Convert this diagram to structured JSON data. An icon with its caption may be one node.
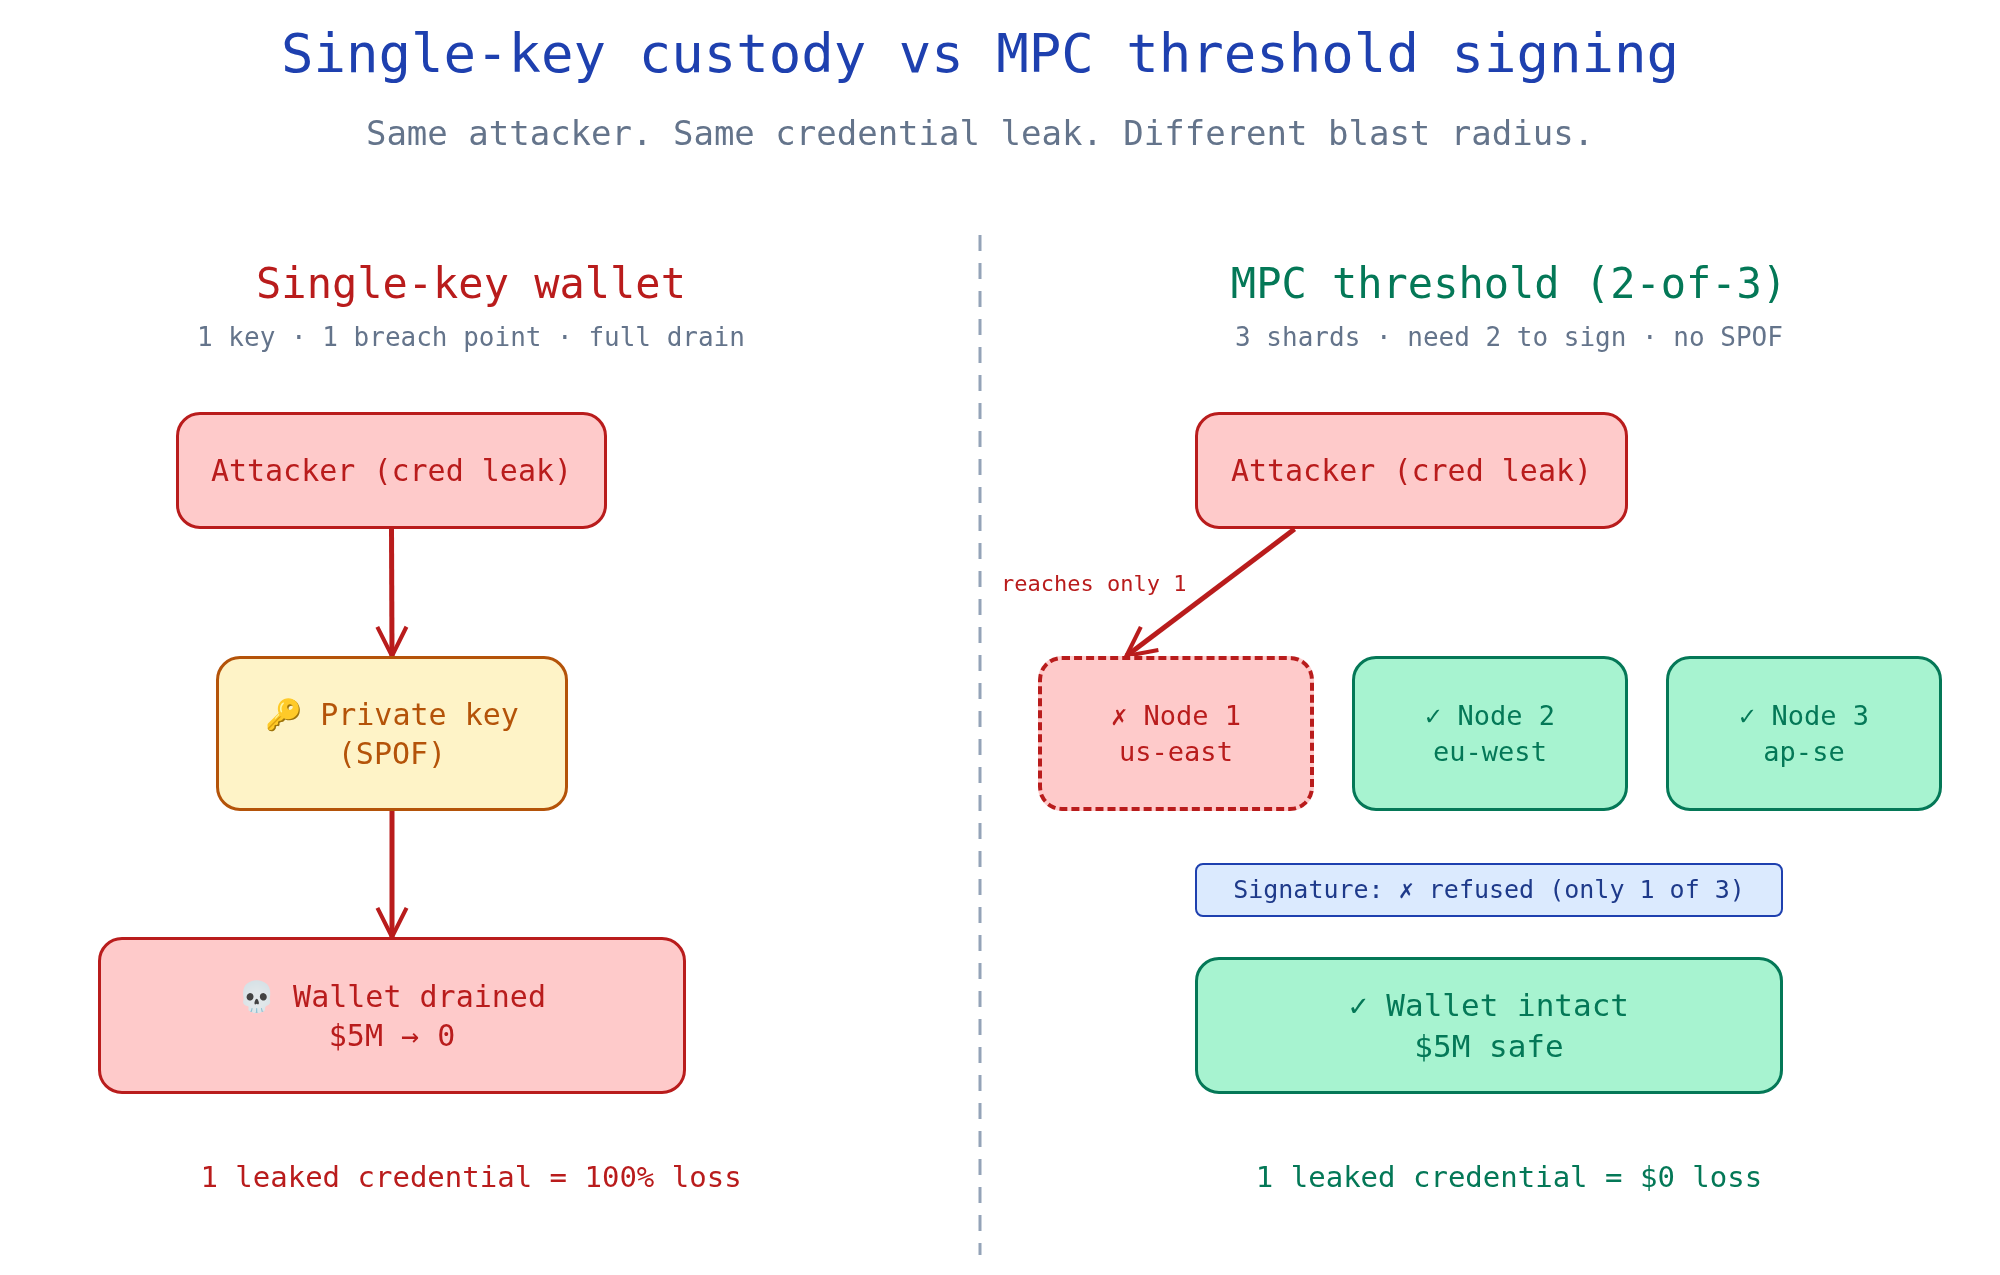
{
  "diagram": {
    "title": "Single-key custody vs MPC threshold signing",
    "nodes": [
      {
        "text": [
          "Attacker (cred leak)"
        ]
      },
      {
        "text": [
          "🔑 Private key",
          "(SPOF)"
        ]
      },
      {
        "text": [
          "💀 Wallet drained",
          "$5M → 0"
        ]
      },
      {
        "text": [
          "Attacker (cred leak)"
        ]
      },
      {
        "text": [
          "✗ Node 1",
          "us-east"
        ]
      },
      {
        "text": [
          "✓ Node 2",
          "eu-west"
        ]
      },
      {
        "text": [
          "✓ Node 3",
          "ap-se"
        ]
      },
      {
        "text": [
          "Signature: ✗ refused (only 1 of 3)"
        ]
      },
      {
        "text": [
          "✓ Wallet intact",
          "$5M safe"
        ]
      }
    ],
    "edges": [
      {
        "from": 0,
        "to": 1,
        "arrow": "to"
      },
      {
        "from": 1,
        "to": 2,
        "arrow": "to"
      },
      {
        "from": 3,
        "to": 4,
        "arrow": "to",
        "label": "reaches only 1"
      }
    ],
    "labels": [
      "Same attacker. Same credential leak. Different blast radius.",
      "Single-key wallet",
      "MPC threshold (2-of-3)",
      "1 key · 1 breach point · full drain",
      "3 shards · need 2 to sign · no SPOF",
      "1 leaked credential = 100% loss",
      "1 leaked credential = $0 loss"
    ]
  }
}
